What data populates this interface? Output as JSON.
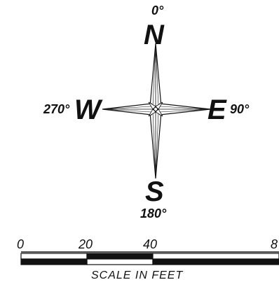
{
  "compass": {
    "north": {
      "letter": "N",
      "bearing": "0°"
    },
    "east": {
      "letter": "E",
      "bearing": "90°"
    },
    "south": {
      "letter": "S",
      "bearing": "180°"
    },
    "west": {
      "letter": "W",
      "bearing": "270°"
    }
  },
  "scale_bar": {
    "caption": "SCALE IN FEET",
    "ticks": [
      "0",
      "20",
      "40",
      "8"
    ],
    "segments": [
      "white",
      "black",
      "white",
      "black"
    ]
  },
  "colors": {
    "ink": "#111111",
    "paper": "#ffffff"
  }
}
